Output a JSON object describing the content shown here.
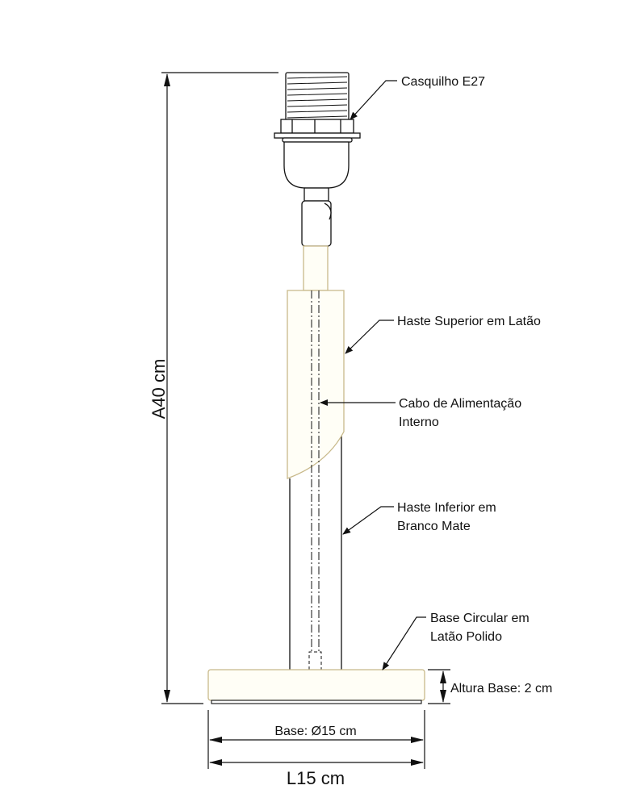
{
  "labels": {
    "socket": "Casquilho E27",
    "upper_rod": "Haste Superior em Latão",
    "cable_line1": "Cabo de Alimentação",
    "cable_line2": "Interno",
    "lower_rod_line1": "Haste Inferior em",
    "lower_rod_line2": "Branco Mate",
    "base_line1": "Base Circular em",
    "base_line2": "Latão Polido",
    "base_height": "Altura Base: 2 cm",
    "base_diameter": "Base: Ø15 cm",
    "width": "L15 cm",
    "height": "A40 cm"
  },
  "colors": {
    "brass_outline": "#c8b98a",
    "brass_fill": "#fffef6",
    "line": "#111111"
  }
}
